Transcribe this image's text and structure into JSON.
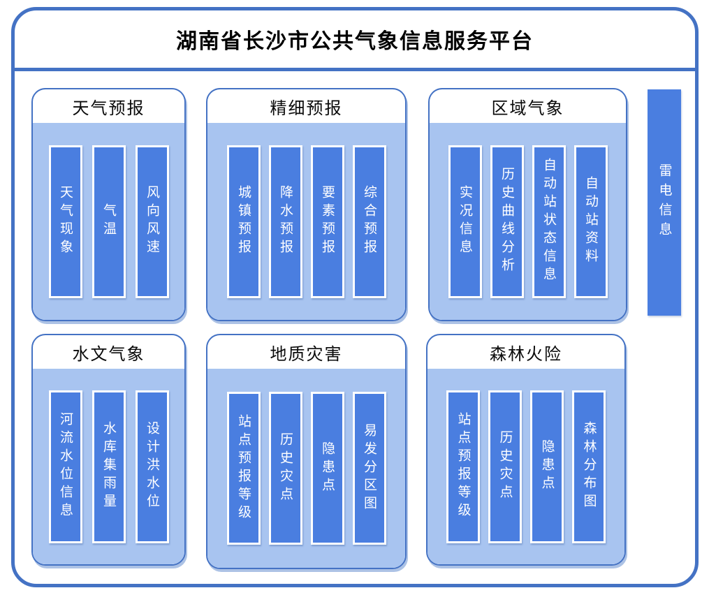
{
  "title": {
    "text": "湖南省长沙市公共气象信息服务平台"
  },
  "colors": {
    "frame_border": "#4472C4",
    "card_border": "#4472C4",
    "card_header_bg": "#FFFFFF",
    "card_body_bg": "#A8C4F0",
    "pillar_bg": "#4A7EE0",
    "pillar_text": "#FFFFFF",
    "title_text": "#000000"
  },
  "cards": [
    {
      "title": "天气预报",
      "items": [
        "天气现象",
        "气温",
        "风向风速"
      ]
    },
    {
      "title": "精细预报",
      "items": [
        "城镇预报",
        "降水预报",
        "要素预报",
        "综合预报"
      ]
    },
    {
      "title": "区域气象",
      "items": [
        "实况信息",
        "历史曲线分析",
        "自动站状态信息",
        "自动站资料"
      ]
    },
    {
      "title": "水文气象",
      "items": [
        "河流水位信息",
        "水库集雨量",
        "设计洪水位"
      ]
    },
    {
      "title": "地质灾害",
      "items": [
        "站点预报等级",
        "历史灾点",
        "隐患点",
        "易发分区图"
      ]
    },
    {
      "title": "森林火险",
      "items": [
        "站点预报等级",
        "历史灾点",
        "隐患点",
        "森林分布图"
      ]
    }
  ],
  "sidebar": {
    "label": "雷电信息"
  }
}
